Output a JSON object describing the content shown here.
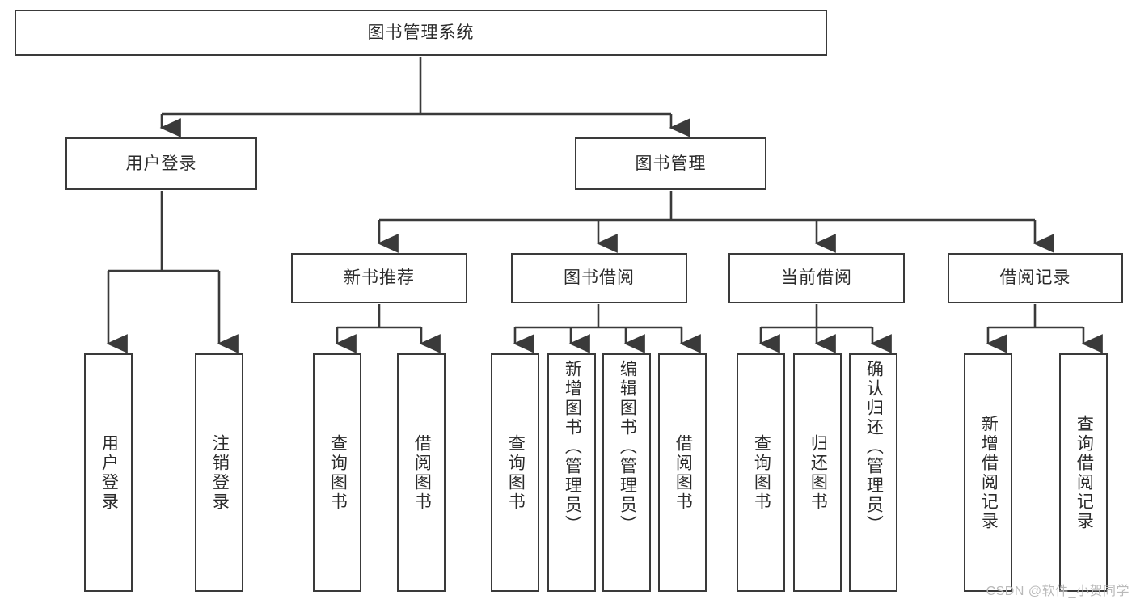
{
  "diagram": {
    "title": "图书管理系统",
    "type": "tree",
    "root": {
      "label": "图书管理系统"
    },
    "level2": [
      {
        "label": "用户登录"
      },
      {
        "label": "图书管理"
      }
    ],
    "level3": [
      {
        "label": "新书推荐"
      },
      {
        "label": "图书借阅"
      },
      {
        "label": "当前借阅"
      },
      {
        "label": "借阅记录"
      }
    ],
    "groups": [
      {
        "parent": "用户登录",
        "leaves": [
          {
            "label": "用户登录"
          },
          {
            "label": "注销登录"
          }
        ]
      },
      {
        "parent": "新书推荐",
        "leaves": [
          {
            "label": "查询图书"
          },
          {
            "label": "借阅图书"
          }
        ]
      },
      {
        "parent": "图书借阅",
        "leaves": [
          {
            "label": "查询图书"
          },
          {
            "label": "新增图书（管理员）"
          },
          {
            "label": "编辑图书（管理员）"
          },
          {
            "label": "借阅图书"
          }
        ]
      },
      {
        "parent": "当前借阅",
        "leaves": [
          {
            "label": "查询图书"
          },
          {
            "label": "归还图书"
          },
          {
            "label": "确认归还（管理员）"
          }
        ]
      },
      {
        "parent": "借阅记录",
        "leaves": [
          {
            "label": "新增借阅记录"
          },
          {
            "label": "查询借阅记录"
          }
        ]
      }
    ],
    "colors": {
      "stroke": "#3a3a3a",
      "text": "#2b2b2b",
      "background": "#ffffff",
      "watermark": "#b9b9b9"
    }
  },
  "watermark": {
    "text": "CSDN @软件_小贺同学"
  }
}
